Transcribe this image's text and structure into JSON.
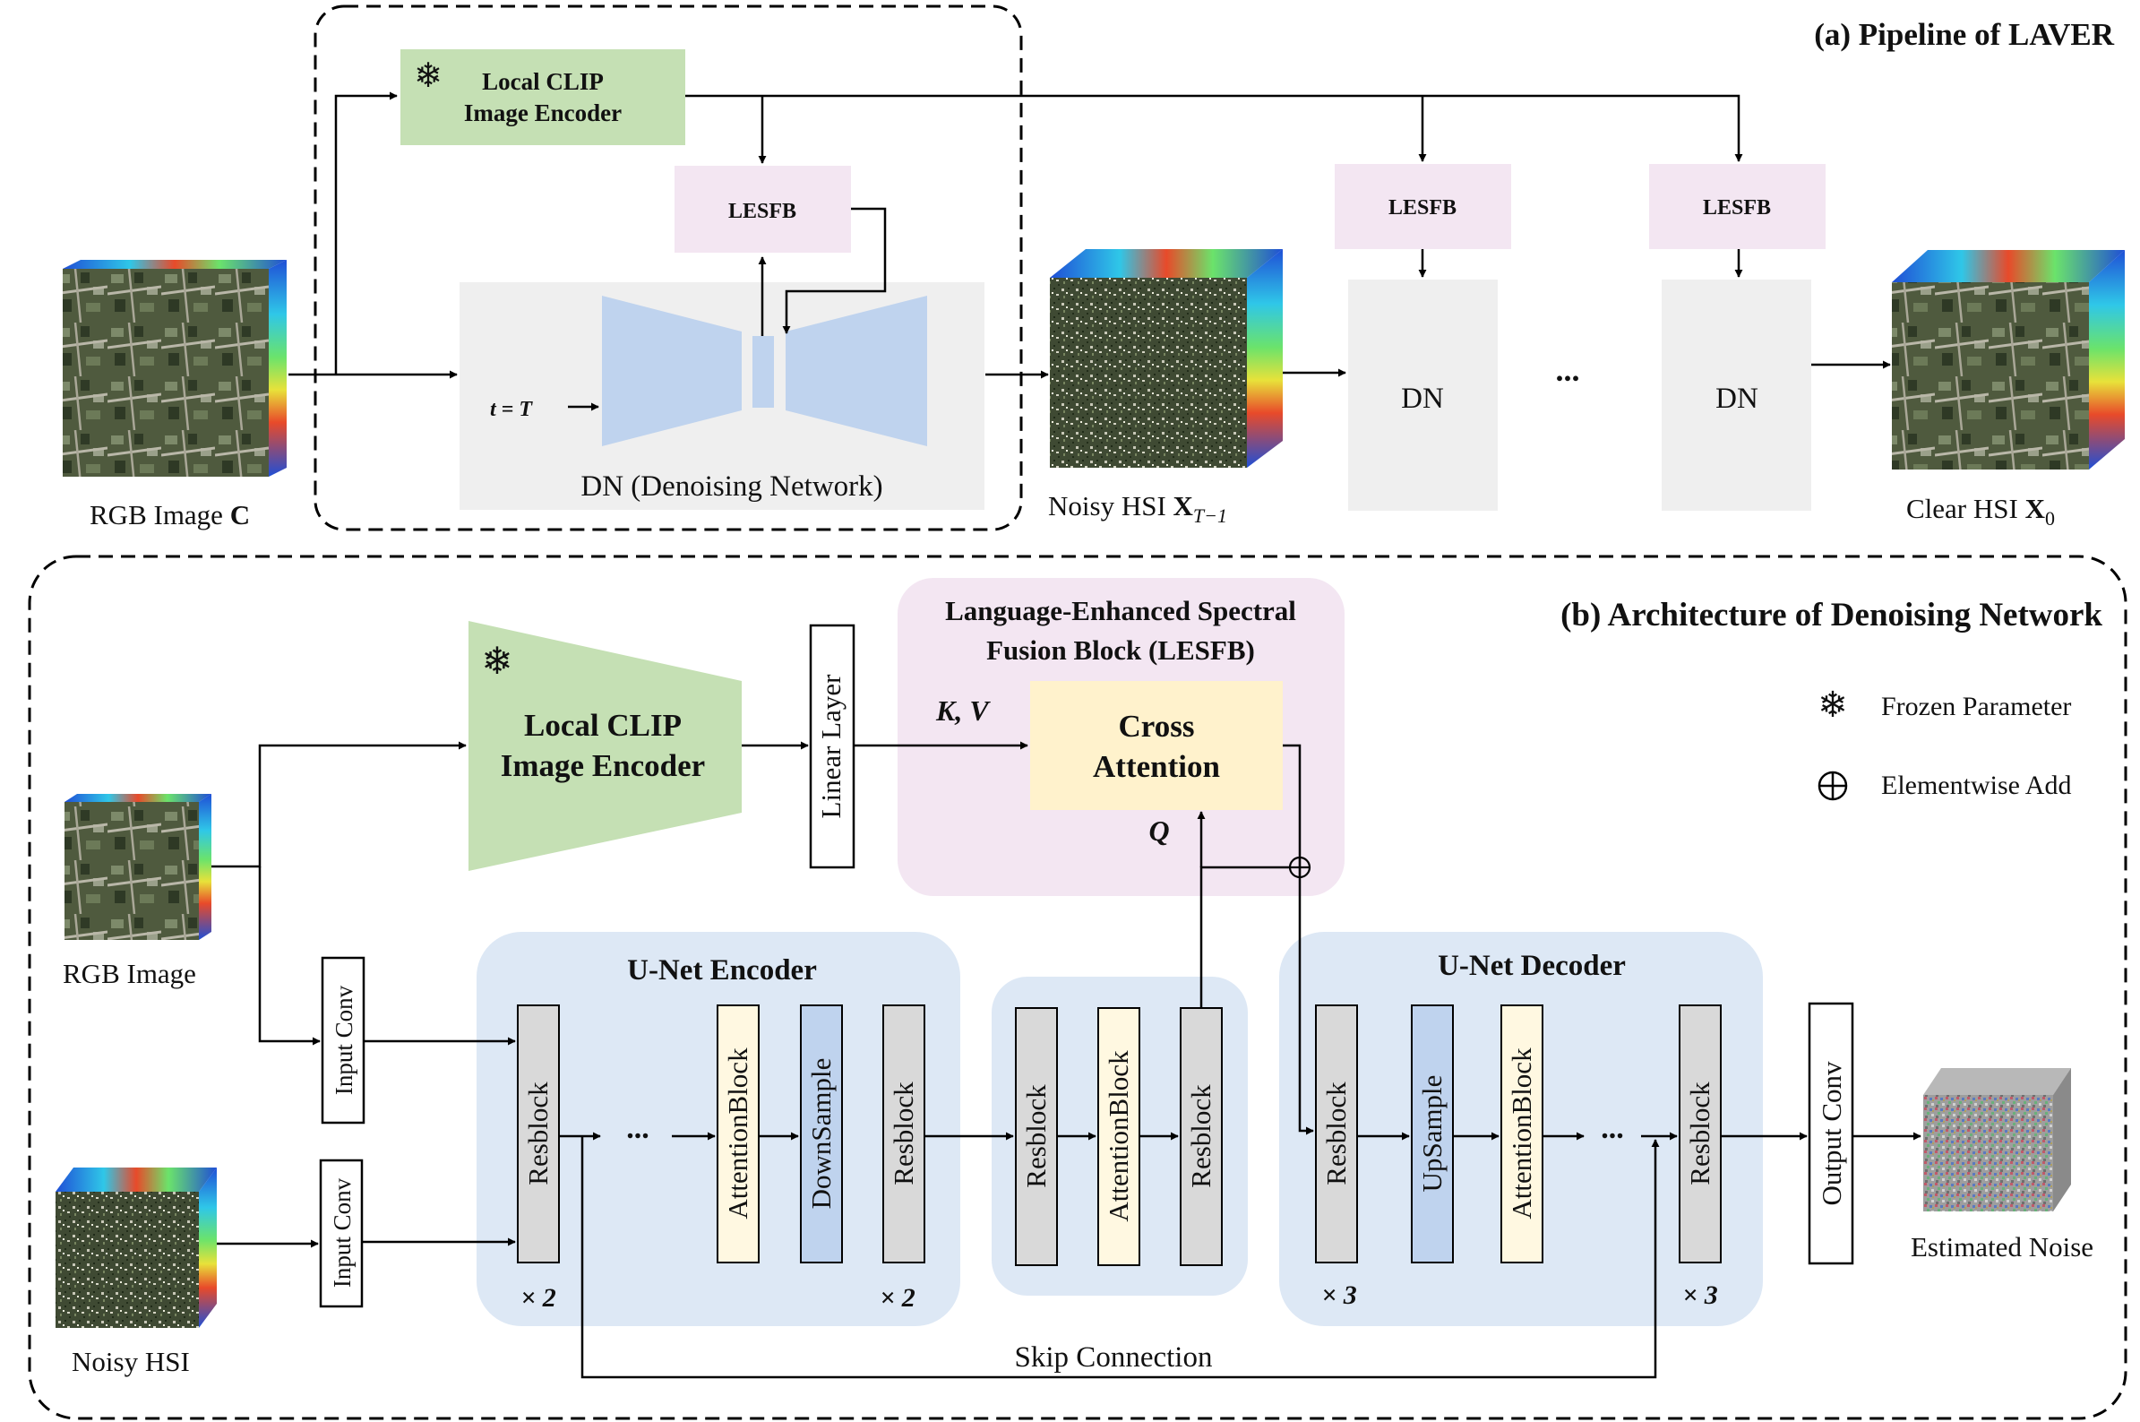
{
  "panel_a": {
    "title": "(a) Pipeline of LAVER",
    "rgb_label": "RGB Image",
    "rgb_symbol": "C",
    "clip_line1": "Local CLIP",
    "clip_line2": "Image Encoder",
    "lesfb": "LESFB",
    "t_label": "t = T",
    "dn_caption": "DN (Denoising Network)",
    "noisy_label": "Noisy HSI",
    "noisy_symbol": "X",
    "noisy_sub": "T−1",
    "dn": "DN",
    "ellipsis": "...",
    "clear_label": "Clear HSI",
    "clear_symbol": "X",
    "clear_sub": "0"
  },
  "panel_b": {
    "title": "(b) Architecture of Denoising Network",
    "clip_line1": "Local CLIP",
    "clip_line2": "Image Encoder",
    "linear_layer": "Linear Layer",
    "lesfb_title_line1": "Language-Enhanced Spectral",
    "lesfb_title_line2": "Fusion Block (LESFB)",
    "kv": "K, V",
    "q": "Q",
    "cross_line1": "Cross",
    "cross_line2": "Attention",
    "legend_frozen": "Frozen Parameter",
    "legend_add": "Elementwise Add",
    "rgb_label": "RGB Image",
    "noisy_label": "Noisy HSI",
    "input_conv": "Input Conv",
    "encoder_title": "U-Net Encoder",
    "decoder_title": "U-Net Decoder",
    "resblock": "Resblock",
    "attention_block": "AttentionBlock",
    "downsample": "DownSample",
    "upsample": "UpSample",
    "output_conv": "Output Conv",
    "estimated_noise": "Estimated Noise",
    "skip_connection": "Skip Connection",
    "ellipsis": "...",
    "x2": "× 2",
    "x3": "× 3"
  },
  "colors": {
    "clip_green": "#c5e0b4",
    "lesfb_pink": "#f3e6f2",
    "dn_gray": "#efefef",
    "unet_blue": "#bfd3ee",
    "unet_region": "#dde8f5",
    "cross_yellow": "#fff2cc",
    "resblock_gray": "#d9d9d9",
    "attention_yellow": "#fff8e1"
  }
}
